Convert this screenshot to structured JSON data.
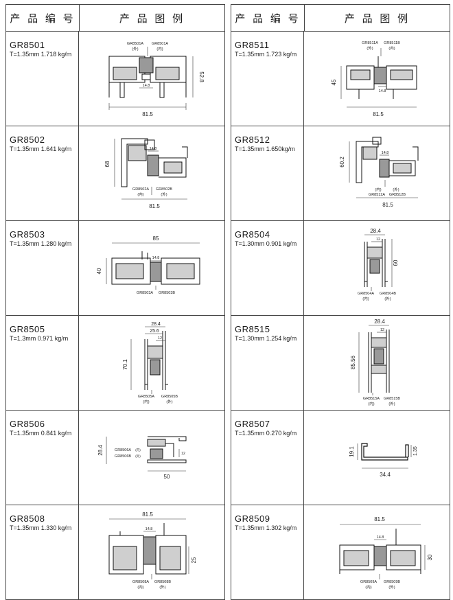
{
  "header": {
    "col1": "产 品 编 号",
    "col2": "产 品 图 例"
  },
  "left": [
    {
      "code": "GR8501",
      "spec": "T=1.35mm  1.718 kg/m",
      "dims": [
        "81.5",
        "52.8",
        "14.8"
      ],
      "parts": [
        "GR8501A",
        "GR8501A"
      ],
      "sides": [
        "(外)",
        "(内)"
      ]
    },
    {
      "code": "GR8502",
      "spec": "T=1.35mm  1.641 kg/m",
      "dims": [
        "81.5",
        "68",
        "14.8"
      ],
      "parts": [
        "GR8502A",
        "GR8502B"
      ],
      "sides": [
        "(内)",
        "(外)"
      ]
    },
    {
      "code": "GR8503",
      "spec": "T=1.35mm  1.280 kg/m",
      "dims": [
        "85",
        "40",
        "14.8"
      ],
      "parts": [
        "GR8503A",
        "GR8503B"
      ],
      "sides": []
    },
    {
      "code": "GR8505",
      "spec": "T=1.3mm  0.971 kg/m",
      "dims": [
        "28.4",
        "25.6",
        "12",
        "70.1"
      ],
      "parts": [
        "GR8505A",
        "GR8505B"
      ],
      "sides": [
        "(内)",
        "(外)"
      ]
    },
    {
      "code": "GR8506",
      "spec": "T=1.35mm  0.841 kg/m",
      "dims": [
        "28.4",
        "50",
        "12"
      ],
      "parts": [
        "GR8506A",
        "GR8506B"
      ],
      "sides": [
        "(内)",
        "(外)"
      ]
    },
    {
      "code": "GR8508",
      "spec": "T=1.35mm  1.330 kg/m",
      "dims": [
        "81.5",
        "25",
        "14.8"
      ],
      "parts": [
        "GR8508A",
        "GR8508B"
      ],
      "sides": [
        "(内)",
        "(外)"
      ]
    }
  ],
  "right": [
    {
      "code": "GR8511",
      "spec": "T=1.35mm  1.723 kg/m",
      "dims": [
        "81.5",
        "45",
        "14.8"
      ],
      "parts": [
        "GR8511A",
        "GR8511B"
      ],
      "sides": [
        "(外)",
        "(内)"
      ]
    },
    {
      "code": "GR8512",
      "spec": "T=1.35mm  1.650kg/m",
      "dims": [
        "81.5",
        "60.2",
        "14.8"
      ],
      "parts": [
        "GR8512A",
        "GR8512B"
      ],
      "sides": [
        "(内)",
        "(外)"
      ]
    },
    {
      "code": "GR8504",
      "spec": "T=1.30mm  0.901 kg/m",
      "dims": [
        "28.4",
        "60",
        "12"
      ],
      "parts": [
        "GR8504A",
        "GR8504B"
      ],
      "sides": [
        "(内)",
        "(外)"
      ]
    },
    {
      "code": "GR8515",
      "spec": "T=1.30mm  1.254 kg/m",
      "dims": [
        "28.4",
        "85.56",
        "12"
      ],
      "parts": [
        "GR8515A",
        "GR8515B"
      ],
      "sides": [
        "(内)",
        "(外)"
      ]
    },
    {
      "code": "GR8507",
      "spec": "T=1.35mm  0.270 kg/m",
      "dims": [
        "19.1",
        "1.35",
        "34.4"
      ],
      "parts": [],
      "sides": []
    },
    {
      "code": "GR8509",
      "spec": "T=1.35mm  1.302 kg/m",
      "dims": [
        "81.5",
        "30",
        "14.8"
      ],
      "parts": [
        "GR8509A",
        "GR8509B"
      ],
      "sides": [
        "(内)",
        "(外)"
      ]
    }
  ]
}
